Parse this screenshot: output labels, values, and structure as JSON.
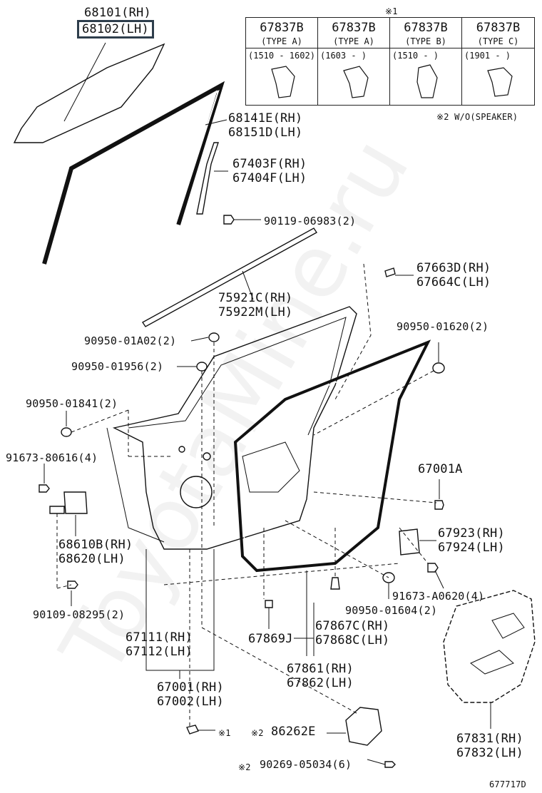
{
  "table": {
    "note_mark": "※1",
    "columns": [
      {
        "part": "67837B",
        "type": "(TYPE A)",
        "range": "(1510 - 1602)"
      },
      {
        "part": "67837B",
        "type": "(TYPE A)",
        "range": "(1603 -      )"
      },
      {
        "part": "67837B",
        "type": "(TYPE B)",
        "range": "(1510 -      )"
      },
      {
        "part": "67837B",
        "type": "(TYPE C)",
        "range": "(1901 -      )"
      }
    ],
    "footnote": "※2 W/O(SPEAKER)"
  },
  "labels": {
    "glass_rh": "68101(RH)",
    "glass_lh": "68102(LH)",
    "run_rh": "68141E(RH)",
    "run_lh": "68151D(LH)",
    "frame_rh": "67403F(RH)",
    "frame_lh": "67404F(LH)",
    "bolt_90119": "90119-06983(2)",
    "clip_rh": "67663D(RH)",
    "clip_lh": "67664C(LH)",
    "weather_rh": "75921C(RH)",
    "weather_lh": "75922M(LH)",
    "plug_01a02": "90950-01A02(2)",
    "plug_01956": "90950-01956(2)",
    "plug_01620": "90950-01620(2)",
    "plug_01841": "90950-01841(2)",
    "bolt_91673": "91673-80616(4)",
    "weatherstrip": "67001A",
    "hinge_rh": "68610B(RH)",
    "hinge_lh": "68620(LH)",
    "bracket_rh": "67923(RH)",
    "bracket_lh": "67924(LH)",
    "bolt_a0620": "91673-A0620(4)",
    "bolt_90109": "90109-08295(2)",
    "plug_01604": "90950-01604(2)",
    "seal_rh": "67867C(RH)",
    "seal_lh": "67868C(LH)",
    "panel_rh": "67111(RH)",
    "panel_lh": "67112(LH)",
    "clip_67869": "67869J",
    "film_rh": "67861(RH)",
    "film_lh": "67862(LH)",
    "door_rh": "67001(RH)",
    "door_lh": "67002(LH)",
    "cover_rh": "67831(RH)",
    "cover_lh": "67832(LH)",
    "mark1": "※1",
    "speaker_cover": "86262E",
    "mark2a": "※2",
    "screw": "90269-05034(6)",
    "mark2b": "※2",
    "diagram_id": "677717D"
  },
  "watermark": "ToyotaMine.ru"
}
